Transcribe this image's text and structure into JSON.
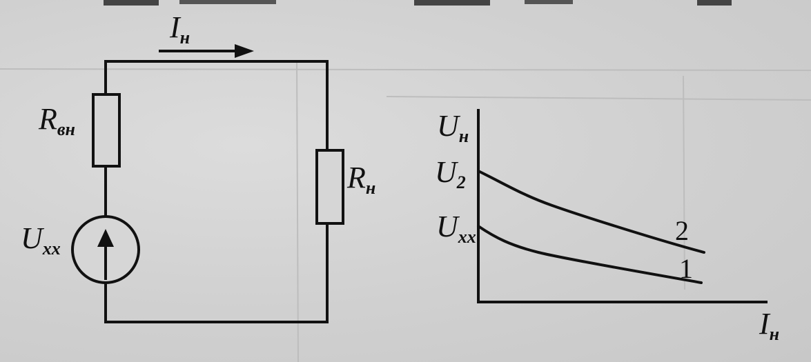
{
  "circuit": {
    "current_label": {
      "main": "I",
      "sub": "н"
    },
    "internal_resistor_label": {
      "main": "R",
      "sub": "вн"
    },
    "load_resistor_label": {
      "main": "R",
      "sub": "н"
    },
    "source_label": {
      "main": "U",
      "sub": "xx"
    }
  },
  "graph": {
    "y_axis_label": {
      "main": "U",
      "sub": "н"
    },
    "x_axis_label": {
      "main": "I",
      "sub": "н"
    },
    "tick_u2": {
      "main": "U",
      "sub": "2"
    },
    "tick_uxx": {
      "main": "U",
      "sub": "xx"
    },
    "curves": [
      {
        "label": "2",
        "start_level": "U2",
        "trend": "decreasing"
      },
      {
        "label": "1",
        "start_level": "Uxx",
        "trend": "decreasing"
      }
    ]
  }
}
